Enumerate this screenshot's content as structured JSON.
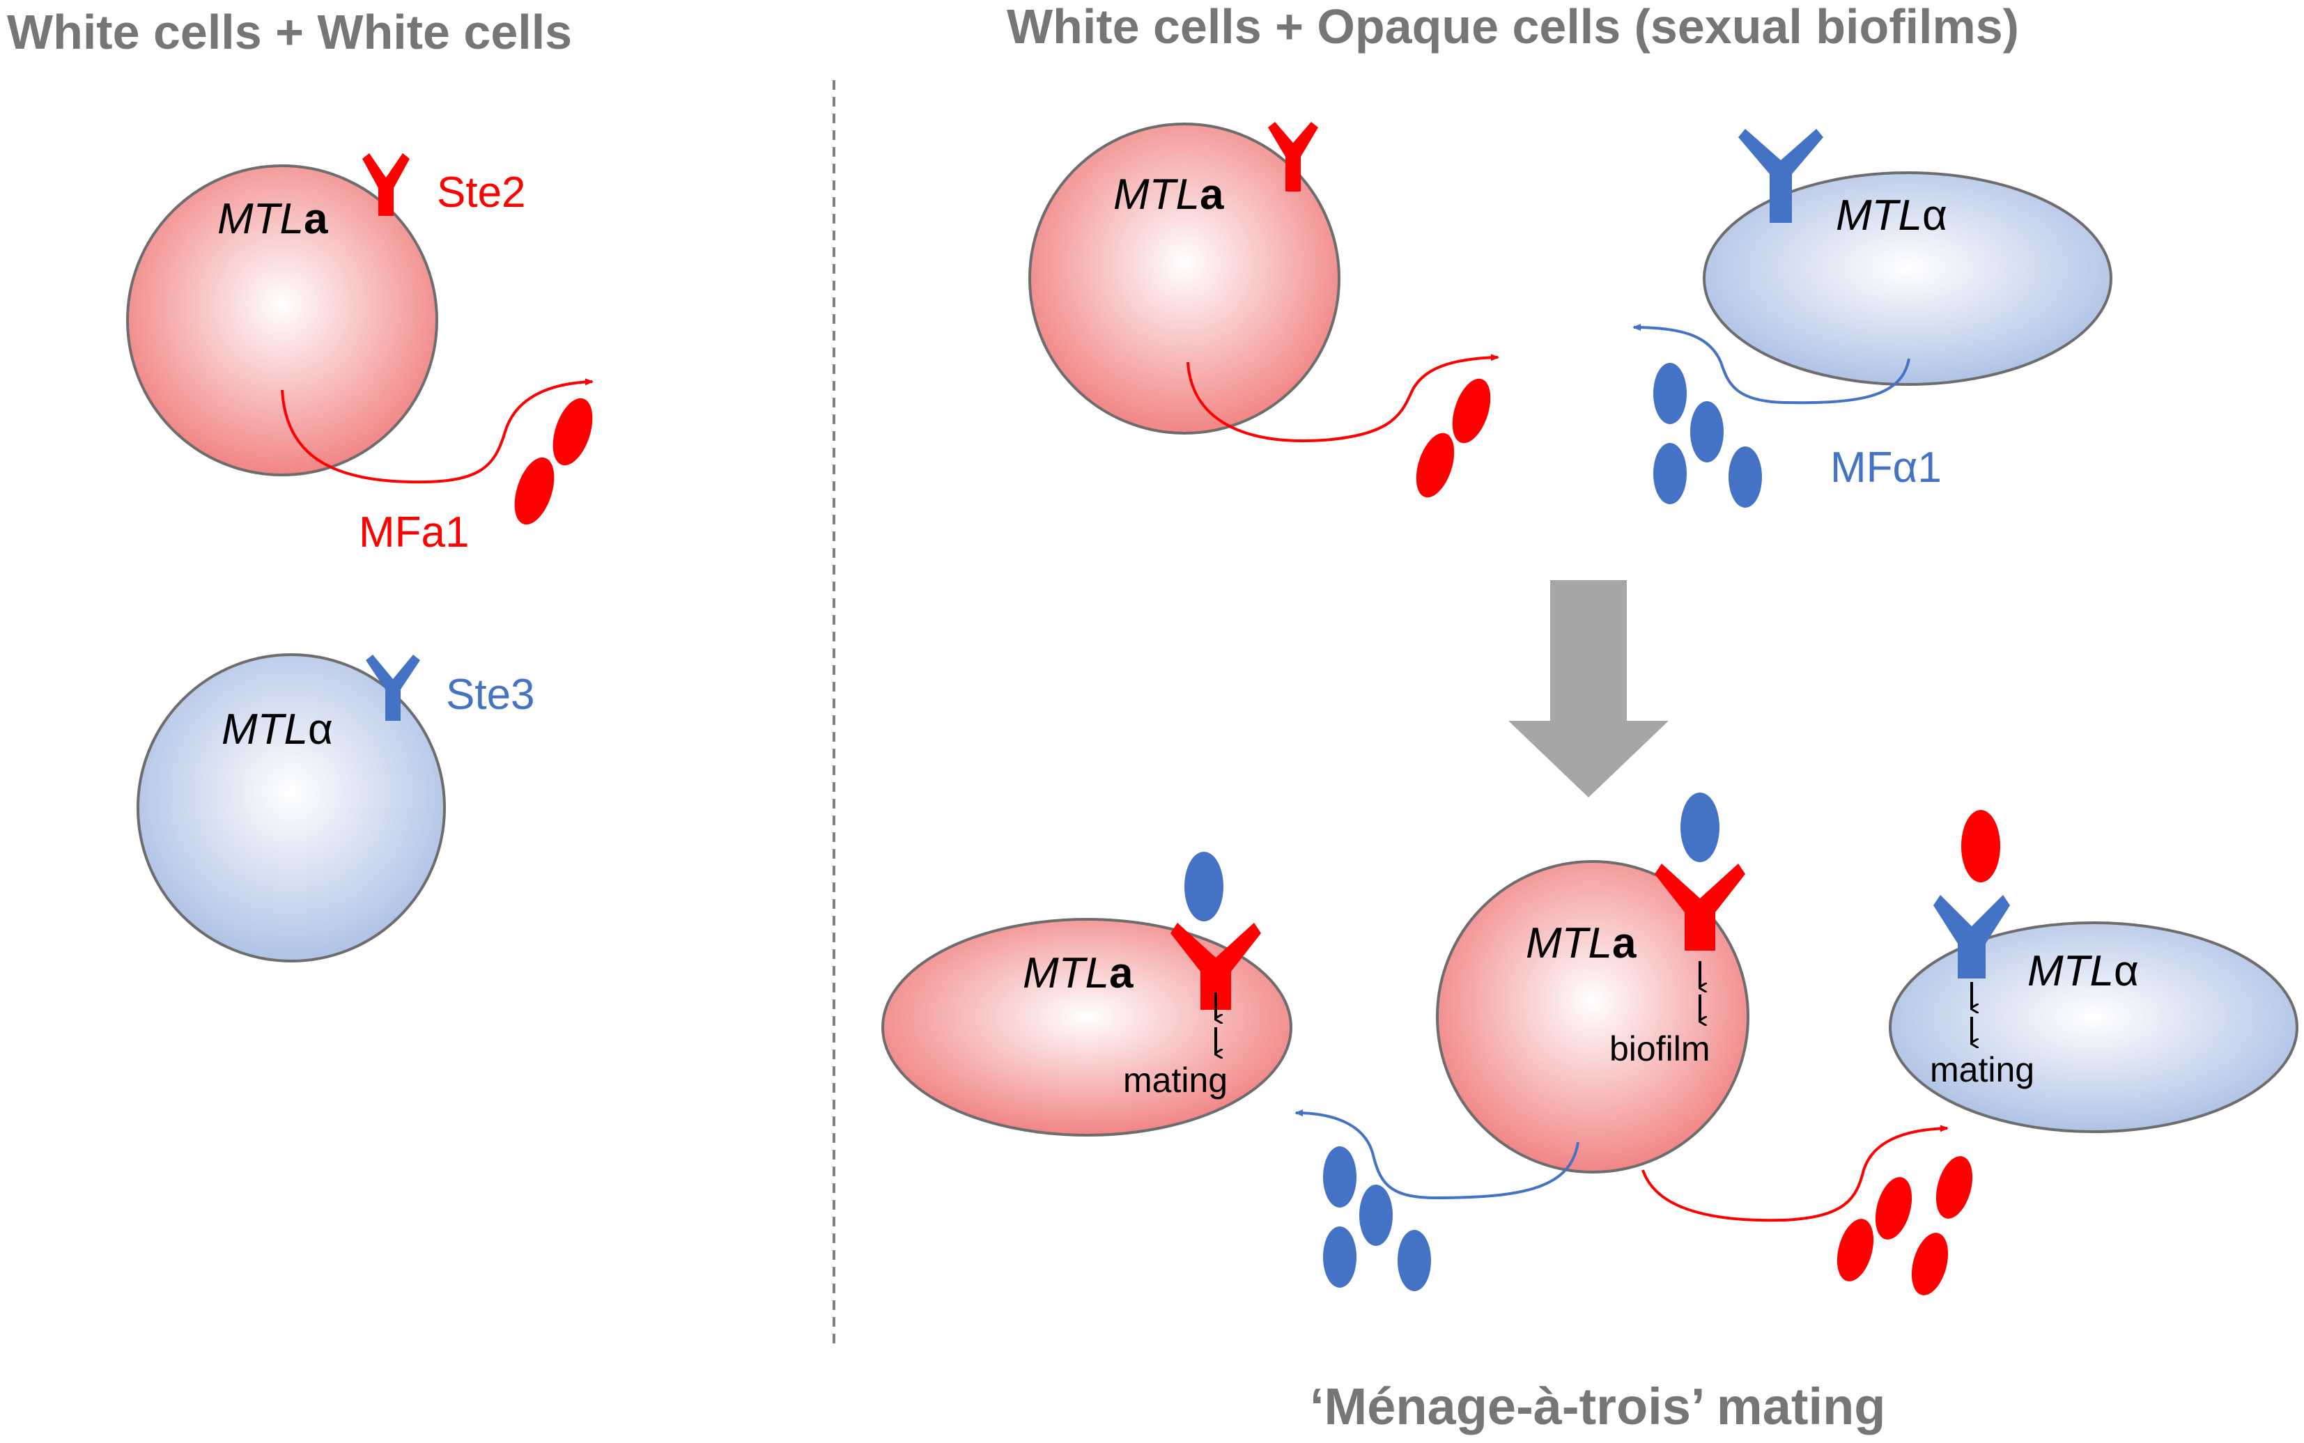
{
  "panels": {
    "left_title": "White cells + White cells",
    "right_title": "White cells + Opaque cells (sexual biofilms)",
    "bottom_title_part1": "‘M",
    "bottom_title_e": "é",
    "bottom_title_part2": "nage-",
    "bottom_title_a": "à",
    "bottom_title_part3": "-trois’ mating"
  },
  "labels": {
    "mtl_prefix": "MTL",
    "a_suffix": "a",
    "alpha_suffix": "α",
    "ste2": "Ste2",
    "ste3": "Ste3",
    "mfa1": "MFa1",
    "mfalpha1": "MFα1",
    "mating": "mating",
    "biofilm": "biofilm"
  },
  "colors": {
    "red": "#ff0000",
    "blue": "#4472c4",
    "red_cell_center": "#ffffff",
    "red_cell_edge": "#f27d7d",
    "blue_cell_center": "#ffffff",
    "blue_cell_edge": "#a9bee3",
    "title_gray": "#767676",
    "arrow_gray": "#a6a6a6"
  }
}
